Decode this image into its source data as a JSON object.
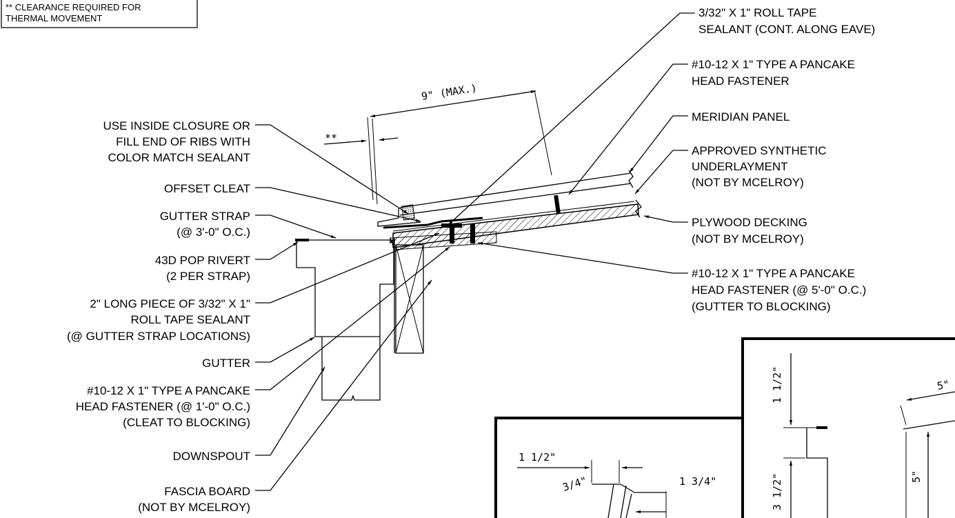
{
  "note_box": {
    "line1": "** CLEARANCE REQUIRED FOR",
    "line2": "THERMAL MOVEMENT"
  },
  "dimensions": {
    "max_length": "9\" (MAX.)",
    "clearance_mark": "**",
    "detail_a_top": "1 1/2\"",
    "detail_a_left": "3/4\"",
    "detail_a_right": "1 3/4\"",
    "detail_b_top": "1 1/2\"",
    "detail_b_mid": "3 1/2\"",
    "detail_c_top": "5\"",
    "detail_c_side": "5\""
  },
  "left_callouts": [
    {
      "lines": [
        "USE INSIDE CLOSURE OR",
        "FILL END OF RIBS WITH",
        "COLOR MATCH SEALANT"
      ]
    },
    {
      "lines": [
        "OFFSET CLEAT"
      ]
    },
    {
      "lines": [
        "GUTTER STRAP",
        "(@ 3'-0\" O.C.)"
      ]
    },
    {
      "lines": [
        "43D POP RIVERT",
        "(2 PER STRAP)"
      ]
    },
    {
      "lines": [
        "2\" LONG PIECE OF 3/32\" X 1\"",
        "ROLL TAPE SEALANT",
        "(@ GUTTER STRAP LOCATIONS)"
      ]
    },
    {
      "lines": [
        "GUTTER"
      ]
    },
    {
      "lines": [
        "#10-12 X 1\" TYPE A PANCAKE",
        "HEAD FASTENER (@ 1'-0\" O.C.)",
        "(CLEAT TO BLOCKING)"
      ]
    },
    {
      "lines": [
        "DOWNSPOUT"
      ]
    },
    {
      "lines": [
        "FASCIA BOARD",
        "(NOT BY MCELROY)"
      ]
    }
  ],
  "right_callouts": [
    {
      "lines": [
        "3/32\" X 1\" ROLL TAPE",
        "SEALANT (CONT. ALONG EAVE)"
      ]
    },
    {
      "lines": [
        "#10-12 X 1\" TYPE A PANCAKE",
        "HEAD FASTENER"
      ]
    },
    {
      "lines": [
        "MERIDIAN PANEL"
      ]
    },
    {
      "lines": [
        "APPROVED SYNTHETIC",
        "UNDERLAYMENT",
        "(NOT BY MCELROY)"
      ]
    },
    {
      "lines": [
        "PLYWOOD DECKING",
        "(NOT BY MCELROY)"
      ]
    },
    {
      "lines": [
        "#10-12 X 1\" TYPE A PANCAKE",
        "HEAD FASTENER (@ 5'-0\" O.C.)",
        "(GUTTER TO BLOCKING)"
      ]
    }
  ]
}
